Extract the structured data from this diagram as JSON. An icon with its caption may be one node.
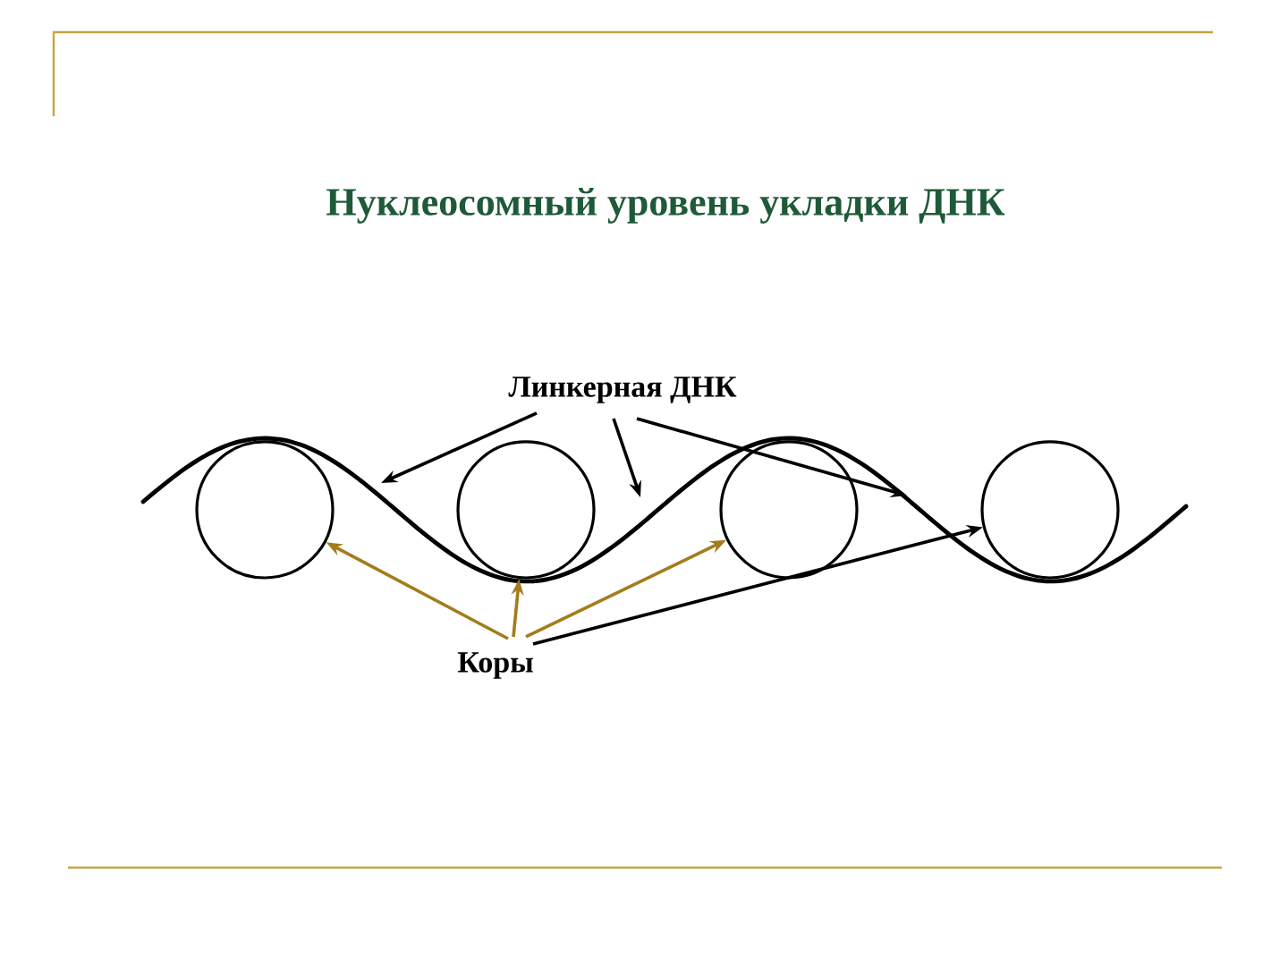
{
  "diagram": {
    "title": "Нуклеосомный уровень укладки ДНК",
    "nodes": [
      {
        "text": [
          "Линкерная ДНК"
        ]
      },
      {
        "text": [
          "Коры"
        ]
      },
      {
        "text": [],
        "shape": "circle"
      },
      {
        "text": [],
        "shape": "circle"
      },
      {
        "text": [],
        "shape": "circle"
      },
      {
        "text": [],
        "shape": "circle"
      }
    ],
    "edges": [
      {
        "from": 0,
        "to": null,
        "arrow": "to"
      },
      {
        "from": 0,
        "to": null,
        "arrow": "to"
      },
      {
        "from": 0,
        "to": null,
        "arrow": "to"
      },
      {
        "from": 1,
        "to": 2,
        "arrow": "to",
        "color": "#a47c1c"
      },
      {
        "from": 1,
        "to": 3,
        "arrow": "to",
        "color": "#a47c1c"
      },
      {
        "from": 1,
        "to": 4,
        "arrow": "to",
        "color": "#a47c1c"
      },
      {
        "from": 1,
        "to": 5,
        "arrow": "to"
      }
    ]
  }
}
